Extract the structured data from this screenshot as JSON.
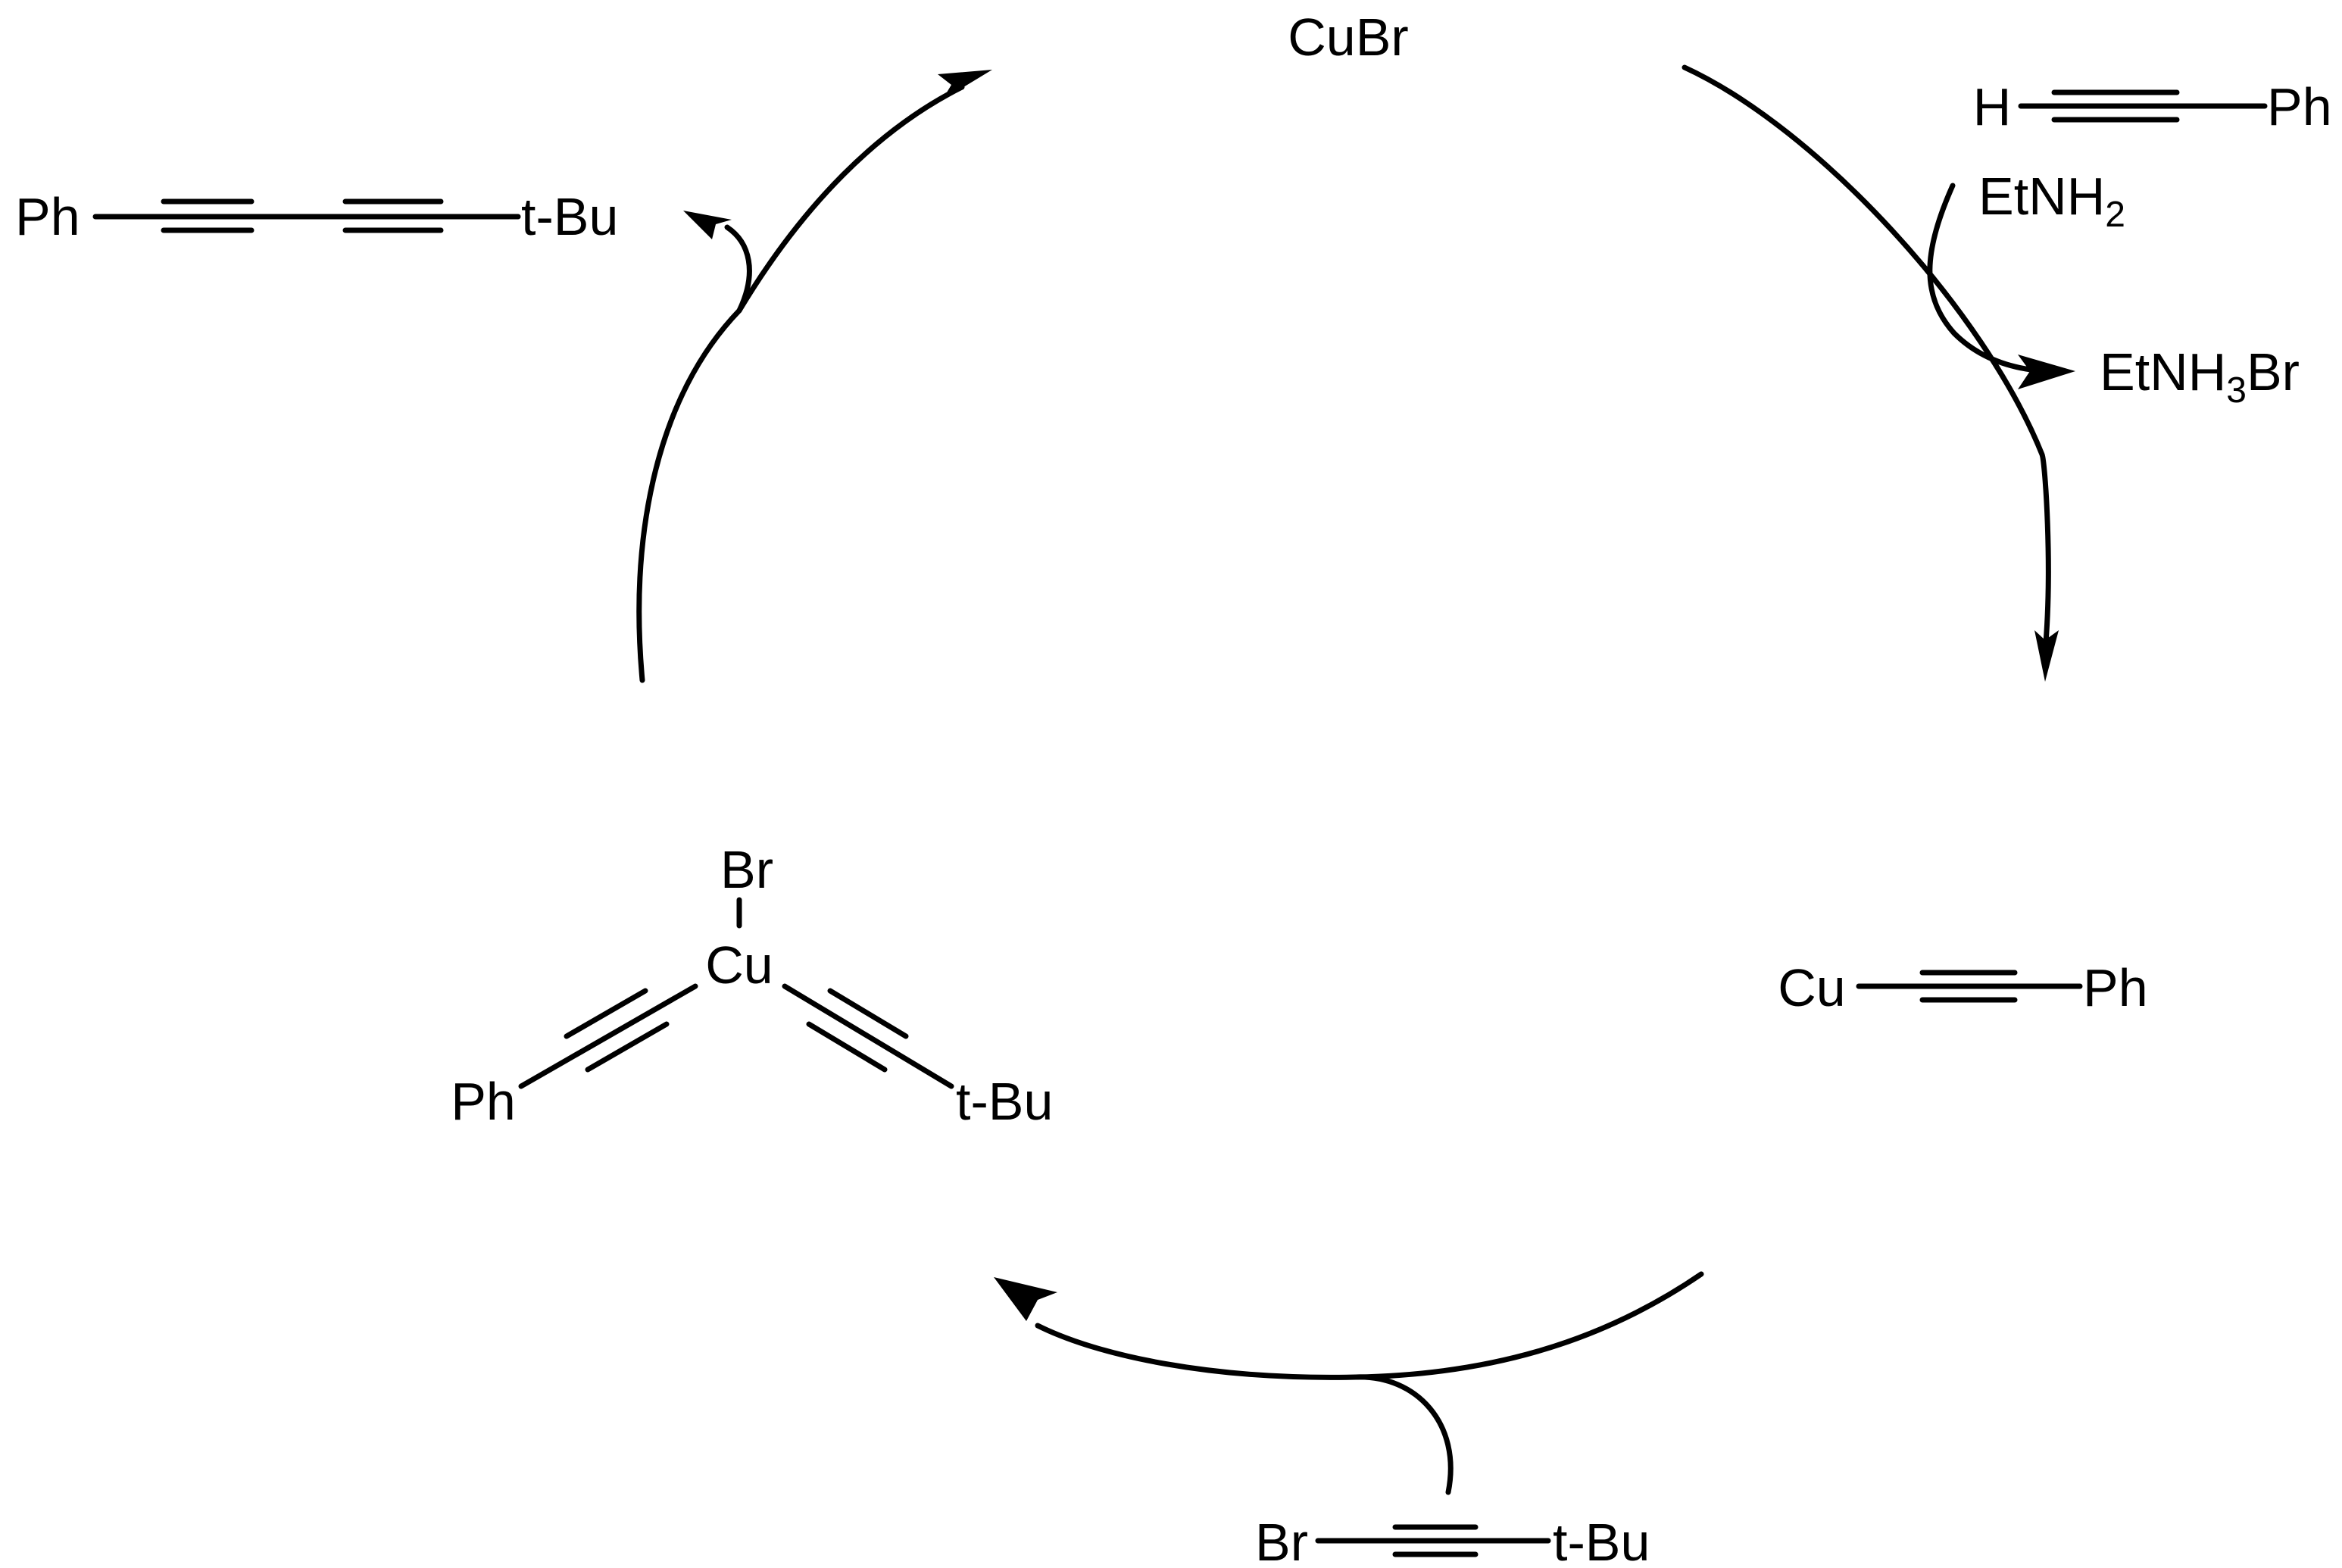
{
  "diagram": {
    "catalyst": {
      "label": "CuBr"
    },
    "reagent_alkyne": {
      "left": "H",
      "right": "Ph"
    },
    "reagent_base": {
      "text": "EtNH",
      "sub": "2"
    },
    "byproduct": {
      "pre": "EtNH",
      "sub": "3",
      "post": "Br"
    },
    "copper_acetylide": {
      "left": "Cu",
      "right": "Ph"
    },
    "bromoalkyne": {
      "left": "Br",
      "right": "t-Bu"
    },
    "cu_intermediate": {
      "top": "Br",
      "center": "Cu",
      "left": "Ph",
      "right": "t-Bu"
    },
    "product": {
      "left": "Ph",
      "right": "t-Bu"
    }
  }
}
